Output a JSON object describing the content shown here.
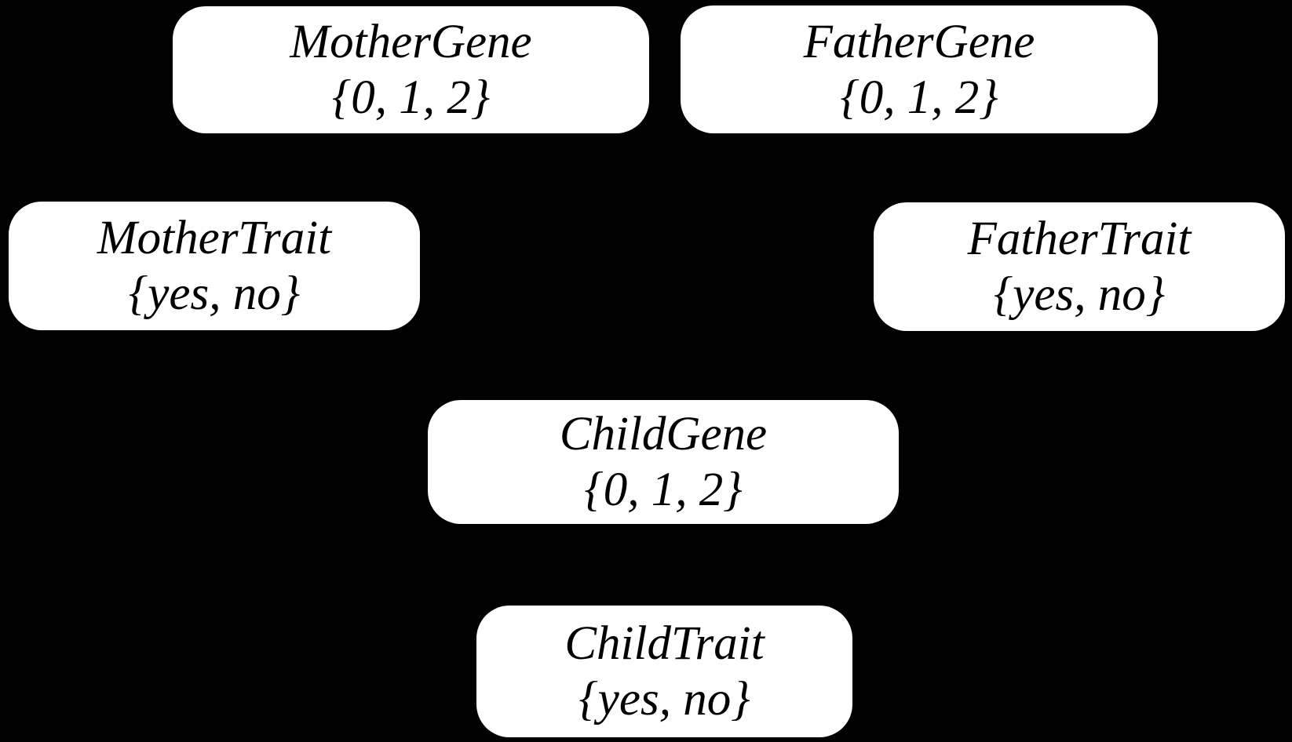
{
  "diagram": {
    "background_color": "#000000",
    "node_fill_color": "#ffffff",
    "node_text_color": "#000000",
    "nodes": [
      {
        "id": "mother-gene",
        "title": "MotherGene",
        "values": "{0, 1, 2}"
      },
      {
        "id": "father-gene",
        "title": "FatherGene",
        "values": "{0, 1, 2}"
      },
      {
        "id": "mother-trait",
        "title": "MotherTrait",
        "values": "{yes, no}"
      },
      {
        "id": "father-trait",
        "title": "FatherTrait",
        "values": "{yes, no}"
      },
      {
        "id": "child-gene",
        "title": "ChildGene",
        "values": "{0, 1, 2}"
      },
      {
        "id": "child-trait",
        "title": "ChildTrait",
        "values": "{yes, no}"
      }
    ]
  }
}
